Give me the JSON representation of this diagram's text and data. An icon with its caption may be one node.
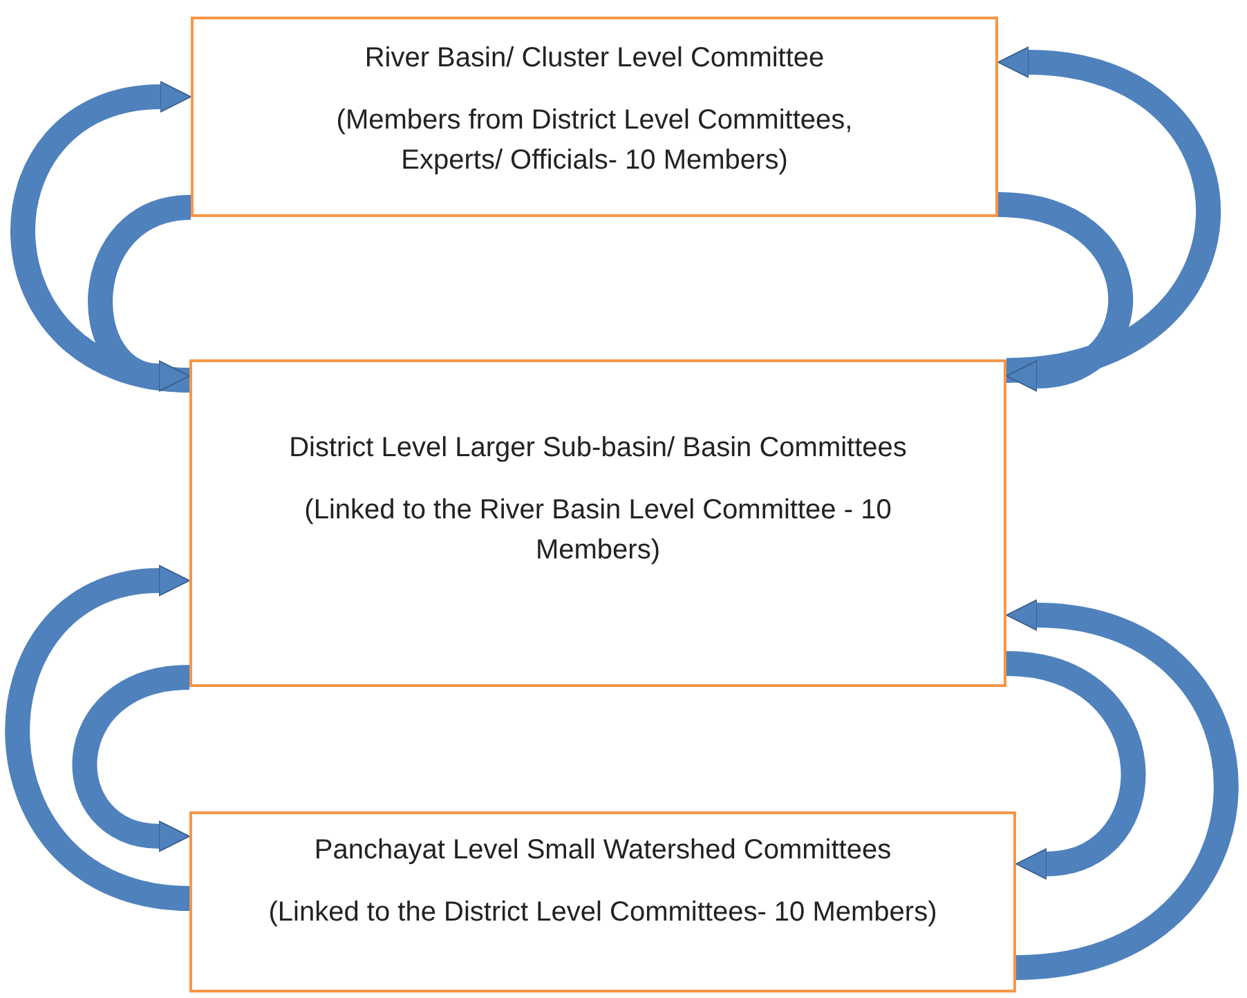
{
  "diagram": {
    "nodes": [
      {
        "text": [
          "River Basin/ Cluster Level Committee",
          "(Members from District Level Committees, Experts/ Officials- 10 Members)"
        ]
      },
      {
        "text": [
          "District Level Larger Sub-basin/ Basin Committees",
          "(Linked to the River Basin Level Committee - 10 Members)"
        ]
      },
      {
        "text": [
          "Panchayat Level Small Watershed Committees",
          "(Linked to the District Level Committees- 10 Members)"
        ]
      }
    ],
    "edges": [
      {
        "from": 1,
        "to": 0,
        "arrow": "to"
      },
      {
        "from": 0,
        "to": 1,
        "arrow": "to"
      },
      {
        "from": 1,
        "to": 0,
        "arrow": "to"
      },
      {
        "from": 0,
        "to": 1,
        "arrow": "to"
      },
      {
        "from": 2,
        "to": 1,
        "arrow": "to"
      },
      {
        "from": 1,
        "to": 2,
        "arrow": "to"
      },
      {
        "from": 2,
        "to": 1,
        "arrow": "to"
      },
      {
        "from": 1,
        "to": 2,
        "arrow": "to"
      }
    ]
  }
}
